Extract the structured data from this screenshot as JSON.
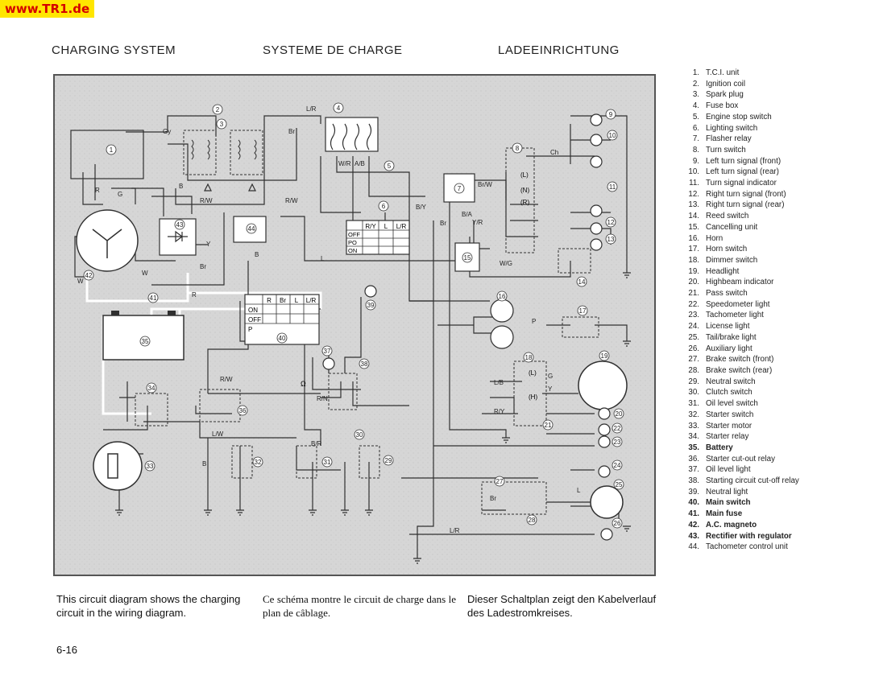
{
  "watermark": "www.TR1.de",
  "headings": {
    "en": "CHARGING SYSTEM",
    "fr": "SYSTEME DE CHARGE",
    "de": "LADEEINRICHTUNG"
  },
  "captions": {
    "en": "This circuit diagram shows the charging circuit in the wiring diagram.",
    "fr": "Ce schéma montre le circuit de charge dans le plan de câblage.",
    "de": "Dieser Schaltplan zeigt den Kabelverlauf des Ladestromkreises."
  },
  "page_number": "6-16",
  "legend": [
    {
      "num": "1.",
      "label": "T.C.I. unit"
    },
    {
      "num": "2.",
      "label": "Ignition coil"
    },
    {
      "num": "3.",
      "label": "Spark plug"
    },
    {
      "num": "4.",
      "label": "Fuse box"
    },
    {
      "num": "5.",
      "label": "Engine stop switch"
    },
    {
      "num": "6.",
      "label": "Lighting switch"
    },
    {
      "num": "7.",
      "label": "Flasher relay"
    },
    {
      "num": "8.",
      "label": "Turn switch"
    },
    {
      "num": "9.",
      "label": "Left turn signal (front)"
    },
    {
      "num": "10.",
      "label": "Left turn signal (rear)"
    },
    {
      "num": "11.",
      "label": "Turn signal indicator"
    },
    {
      "num": "12.",
      "label": "Right turn signal (front)"
    },
    {
      "num": "13.",
      "label": "Right turn signal (rear)"
    },
    {
      "num": "14.",
      "label": "Reed switch"
    },
    {
      "num": "15.",
      "label": "Cancelling unit"
    },
    {
      "num": "16.",
      "label": "Horn"
    },
    {
      "num": "17.",
      "label": "Horn switch"
    },
    {
      "num": "18.",
      "label": "Dimmer switch"
    },
    {
      "num": "19.",
      "label": "Headlight"
    },
    {
      "num": "20.",
      "label": "Highbeam indicator"
    },
    {
      "num": "21.",
      "label": "Pass switch"
    },
    {
      "num": "22.",
      "label": "Speedometer light"
    },
    {
      "num": "23.",
      "label": "Tachometer light"
    },
    {
      "num": "24.",
      "label": "License light"
    },
    {
      "num": "25.",
      "label": "Tail/brake light"
    },
    {
      "num": "26.",
      "label": "Auxiliary light"
    },
    {
      "num": "27.",
      "label": "Brake switch (front)"
    },
    {
      "num": "28.",
      "label": "Brake switch (rear)"
    },
    {
      "num": "29.",
      "label": "Neutral switch"
    },
    {
      "num": "30.",
      "label": "Clutch switch"
    },
    {
      "num": "31.",
      "label": "Oil level switch"
    },
    {
      "num": "32.",
      "label": "Starter switch"
    },
    {
      "num": "33.",
      "label": "Starter motor"
    },
    {
      "num": "34.",
      "label": "Starter relay"
    },
    {
      "num": "35.",
      "label": "Battery",
      "bold": true
    },
    {
      "num": "36.",
      "label": "Starter cut-out relay"
    },
    {
      "num": "37.",
      "label": "Oil level light"
    },
    {
      "num": "38.",
      "label": "Starting circuit cut-off relay"
    },
    {
      "num": "39.",
      "label": "Neutral light"
    },
    {
      "num": "40.",
      "label": "Main switch",
      "bold": true
    },
    {
      "num": "41.",
      "label": "Main fuse",
      "bold": true
    },
    {
      "num": "42.",
      "label": "A.C. magneto",
      "bold": true
    },
    {
      "num": "43.",
      "label": "Rectifier with regulator",
      "bold": true
    },
    {
      "num": "44.",
      "label": "Tachometer control unit"
    }
  ],
  "diagram": {
    "wire_labels": [
      "Gy",
      "B",
      "R/W",
      "L/R",
      "Br",
      "W/R",
      "A/B",
      "R/W",
      "B/Y",
      "Br/W",
      "Ch",
      "B/A",
      "Y/R",
      "W/G",
      "Br",
      "R",
      "G",
      "W",
      "Y",
      "W",
      "Br",
      "B",
      "L",
      "R",
      "P",
      "L/B",
      "G",
      "Y",
      "R/Y",
      "R/W",
      "R/N",
      "L/W",
      "B/R",
      "B",
      "L",
      "L/R",
      "Br"
    ],
    "main_switch": {
      "headers": [
        "R",
        "Br",
        "L",
        "L/R"
      ],
      "rows": [
        "ON",
        "OFF",
        "P"
      ]
    },
    "lighting_switch": {
      "headers": [
        "R/Y",
        "L",
        "L/R"
      ],
      "rows": [
        "OFF",
        "PO",
        "ON"
      ]
    },
    "turn_switch_positions": [
      "(L)",
      "(N)",
      "(R)"
    ],
    "dimmer_positions": [
      "(L)",
      "(H)"
    ],
    "ohm_symbol": "Ω",
    "component_numbers": [
      "1",
      "2",
      "3",
      "4",
      "5",
      "6",
      "7",
      "8",
      "9",
      "10",
      "11",
      "12",
      "13",
      "14",
      "15",
      "16",
      "17",
      "18",
      "19",
      "20",
      "21",
      "22",
      "23",
      "24",
      "25",
      "26",
      "27",
      "28",
      "29",
      "30",
      "31",
      "32",
      "33",
      "34",
      "35",
      "36",
      "37",
      "38",
      "39",
      "40",
      "41",
      "42",
      "43",
      "44"
    ]
  },
  "colors": {
    "background": "#ffffff",
    "diagram_bg": "#d4d4d4",
    "wire": "#303030",
    "highlight_wire": "#ffffff",
    "watermark_bg": "#ffe600",
    "watermark_text": "#d40000"
  }
}
